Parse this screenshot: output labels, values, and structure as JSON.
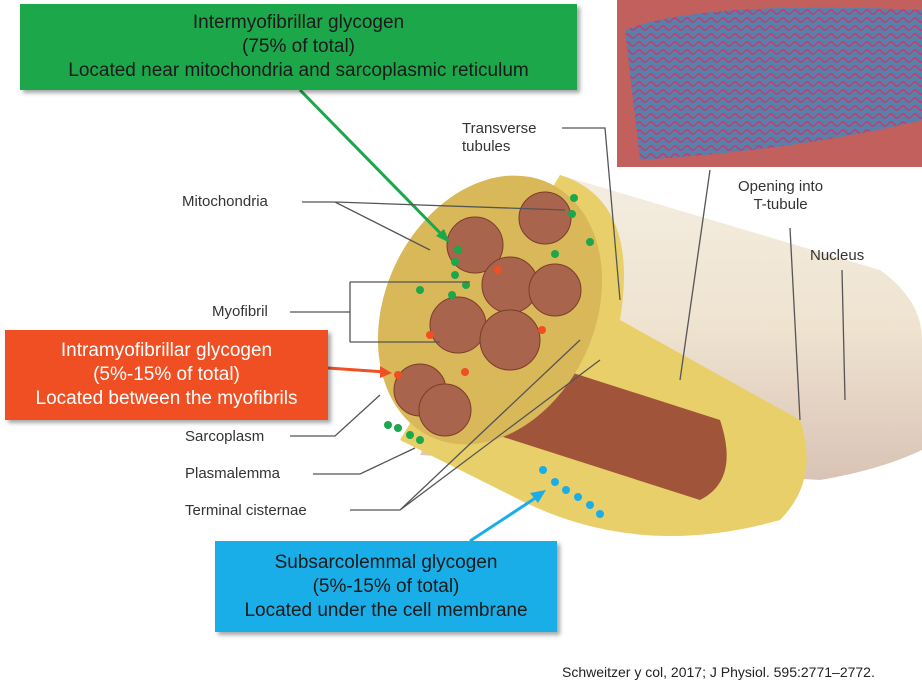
{
  "colors": {
    "intermyofibrillar": "#1ca74b",
    "intramyofibrillar": "#f04f23",
    "subsarcolemmal": "#1aaee8",
    "myofibril": "#a0543a",
    "reticulum": "#e8cf6a"
  },
  "boxes": {
    "intermyofibrillar": {
      "title": "Intermyofibrillar glycogen",
      "share": "(75% of total)",
      "location": "Located near mitochondria and sarcoplasmic reticulum"
    },
    "intramyofibrillar": {
      "title": "Intramyofibrillar glycogen",
      "share": "(5%-15% of total)",
      "location": "Located between the myofibrils"
    },
    "subsarcolemmal": {
      "title": "Subsarcolemmal glycogen",
      "share": "(5%-15% of total)",
      "location": "Located under the cell membrane"
    }
  },
  "labels": {
    "mitochondria": "Mitochondria",
    "myofibril": "Myofibril",
    "sarcoplasm": "Sarcoplasm",
    "plasmalemma": "Plasmalemma",
    "terminal_cisternae": "Terminal cisternae",
    "transverse_1": "Transverse",
    "transverse_2": "tubules",
    "opening_1": "Opening into",
    "opening_2": "T-tubule",
    "nucleus": "Nucleus"
  },
  "citation": "Schweitzer y col, 2017;  J Physiol. 595:2771–2772."
}
